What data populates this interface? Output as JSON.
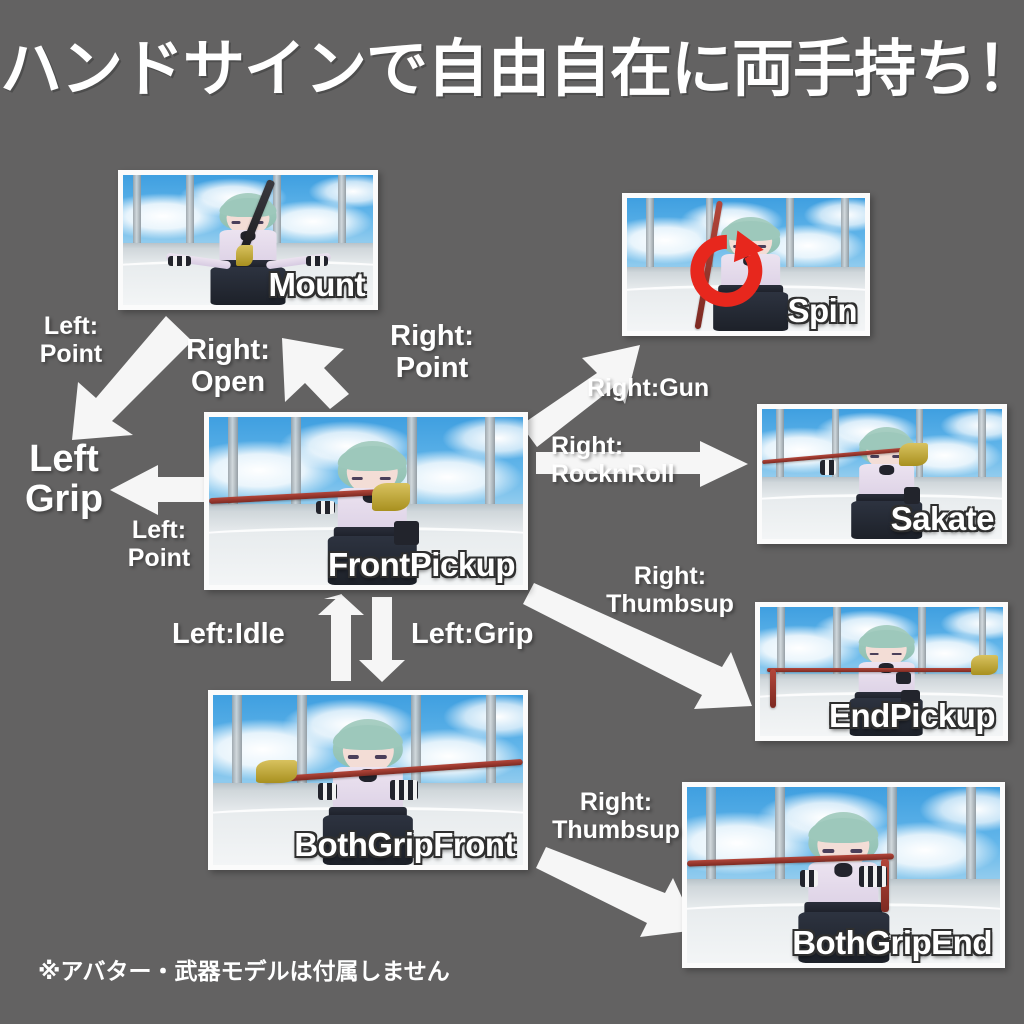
{
  "page": {
    "title": "ハンドサインで自由自在に両手持ち！",
    "footer_note": "※アバター・武器モデルは付属しません",
    "background_color": "#636262",
    "arrow_color": "#f6f6f6",
    "accent_red": "#e7271d"
  },
  "states": [
    {
      "id": "mount",
      "caption": "Mount",
      "kind": "screenshot"
    },
    {
      "id": "spin",
      "caption": "Spin",
      "kind": "screenshot"
    },
    {
      "id": "frontpickup",
      "caption": "FrontPickup",
      "kind": "screenshot"
    },
    {
      "id": "sakate",
      "caption": "Sakate",
      "kind": "screenshot"
    },
    {
      "id": "endpickup",
      "caption": "EndPickup",
      "kind": "screenshot"
    },
    {
      "id": "bothgripfront",
      "caption": "BothGripFront",
      "kind": "screenshot"
    },
    {
      "id": "bothgripend",
      "caption": "BothGripEnd",
      "kind": "screenshot"
    },
    {
      "id": "leftgrip",
      "caption": "Left\nGrip",
      "kind": "text-node"
    }
  ],
  "transitions": [
    {
      "id": "t-left-point-a",
      "label": "Left:\nPoint",
      "from": "mount",
      "to": "leftgrip"
    },
    {
      "id": "t-right-open",
      "label": "Right:\nOpen",
      "from": "frontpickup",
      "to": "mount"
    },
    {
      "id": "t-right-point",
      "label": "Right:\nPoint",
      "from": "frontpickup",
      "to": "mount"
    },
    {
      "id": "t-right-gun",
      "label": "Right:Gun",
      "from": "frontpickup",
      "to": "spin"
    },
    {
      "id": "t-right-rocknroll",
      "label": "Right:\nRocknRoll",
      "from": "frontpickup",
      "to": "sakate"
    },
    {
      "id": "t-left-point-b",
      "label": "Left:\nPoint",
      "from": "frontpickup",
      "to": "leftgrip"
    },
    {
      "id": "t-right-thumbsup-a",
      "label": "Right:\nThumbsup",
      "from": "frontpickup",
      "to": "endpickup"
    },
    {
      "id": "t-left-idle",
      "label": "Left:Idle",
      "from": "bothgripfront",
      "to": "frontpickup"
    },
    {
      "id": "t-left-grip",
      "label": "Left:Grip",
      "from": "frontpickup",
      "to": "bothgripfront"
    },
    {
      "id": "t-right-thumbsup-b",
      "label": "Right:\nThumbsup",
      "from": "bothgripfront",
      "to": "bothgripend"
    }
  ],
  "icons": {
    "spin_marker": "circular-rotate-arrow-icon"
  }
}
